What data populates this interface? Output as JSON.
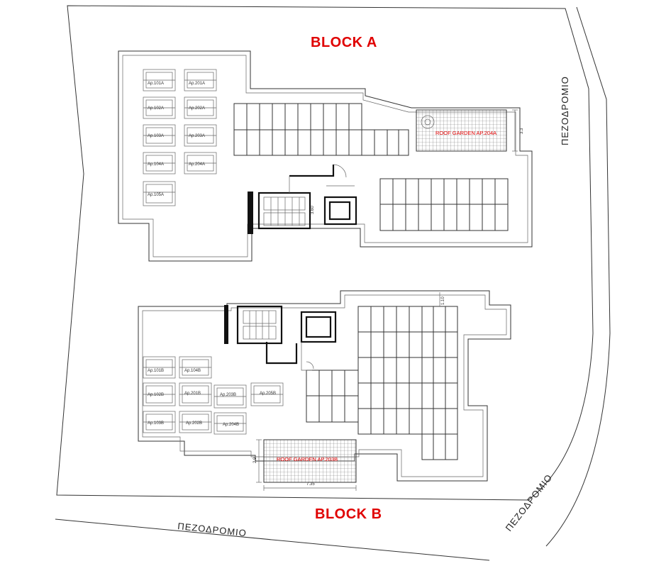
{
  "titles": {
    "block_a": "BLOCK A",
    "block_b": "BLOCK B"
  },
  "streets": {
    "right_top": "ΠΕΖΟΔΡΟΜΙΟ",
    "right_bottom": "ΠΕΖΟΔΡΟΜΙΟ",
    "bottom": "ΠΕΖΟΔΡΟΜΙΟ"
  },
  "roof_gardens": {
    "block_a": "ROOF GARDEN AP.204A",
    "block_b": "ROOF GARDEN AP.203B"
  },
  "dimensions": {
    "a_garden_height": "3.3",
    "b_garden_height": "2.9",
    "b_garden_width": "7.35",
    "b_core_width": "1.10",
    "a_stair_width": "3.60"
  },
  "units_a": [
    "Ap.101A",
    "Ap.201A",
    "Ap.102A",
    "Ap.202A",
    "Ap.103A",
    "Ap.203A",
    "Ap.104A",
    "Ap.204A",
    "Ap.105A"
  ],
  "units_b": [
    "Ap.101B",
    "Ap.104B",
    "Ap.102B",
    "Ap.201B",
    "Ap.203B",
    "Ap.205B",
    "Ap.103B",
    "Ap.202B",
    "Ap.204B"
  ]
}
